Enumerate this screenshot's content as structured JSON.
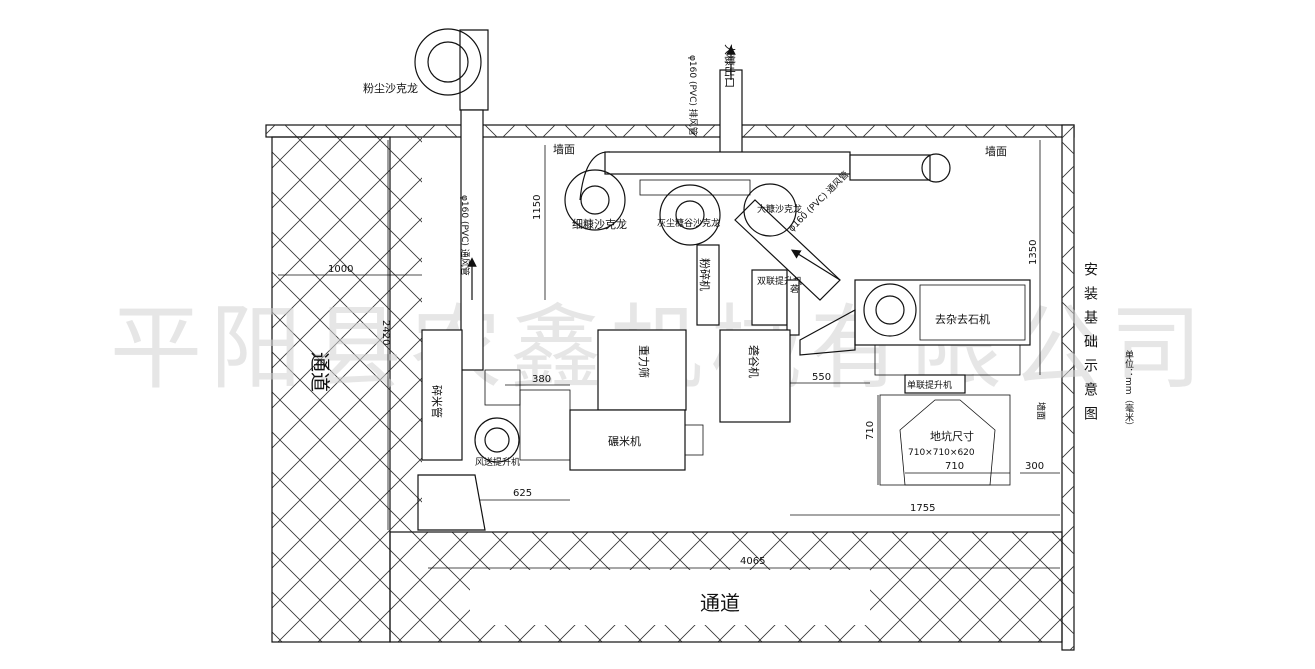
{
  "watermark": "平阳县农鑫机械有限公司",
  "title_vertical": "安装基础示意图",
  "unit": "单位：mm（毫米）",
  "labels": {
    "dust_cyclone": "粉尘沙克龙",
    "exhaust_pipe_left": "φ160 (PVC) 通风管",
    "exhaust_pipe_top": "φ160 (PVC) 排风管",
    "big_outlet": "大糠出口",
    "wall_left": "墙面",
    "wall_right": "墙面",
    "wall_side": "墙面",
    "fine_bran_cyclone": "细糠沙克龙",
    "ash_bran_cyclone": "灰尘糠谷沙克龙",
    "big_bran_cyclone": "大糠沙克龙",
    "crusher": "粉碎机",
    "pipe_mid": "φ160 (PVC) 通风管",
    "double_elevator": "双联提升机",
    "husk_tube": "砻",
    "destoner": "去杂去石机",
    "gravity_sieve": "重力筛",
    "paddy_separator": "砻谷机",
    "rice_tube": "碎米管",
    "air_elevator": "风送提升机",
    "whitener": "碾米机",
    "single_elevator": "单联提升机",
    "pit_size_label": "地坑尺寸",
    "pit_size_value": "710×710×620",
    "passage_left": "通道",
    "passage_bottom": "通道"
  },
  "dimensions": {
    "d1000": "1000",
    "d2420": "2420",
    "d380": "380",
    "d550": "550",
    "d625": "625",
    "d1150": "1150",
    "d1350": "1350",
    "d710v": "710",
    "d710h": "710",
    "d300": "300",
    "d1755": "1755",
    "d4065": "4065"
  }
}
